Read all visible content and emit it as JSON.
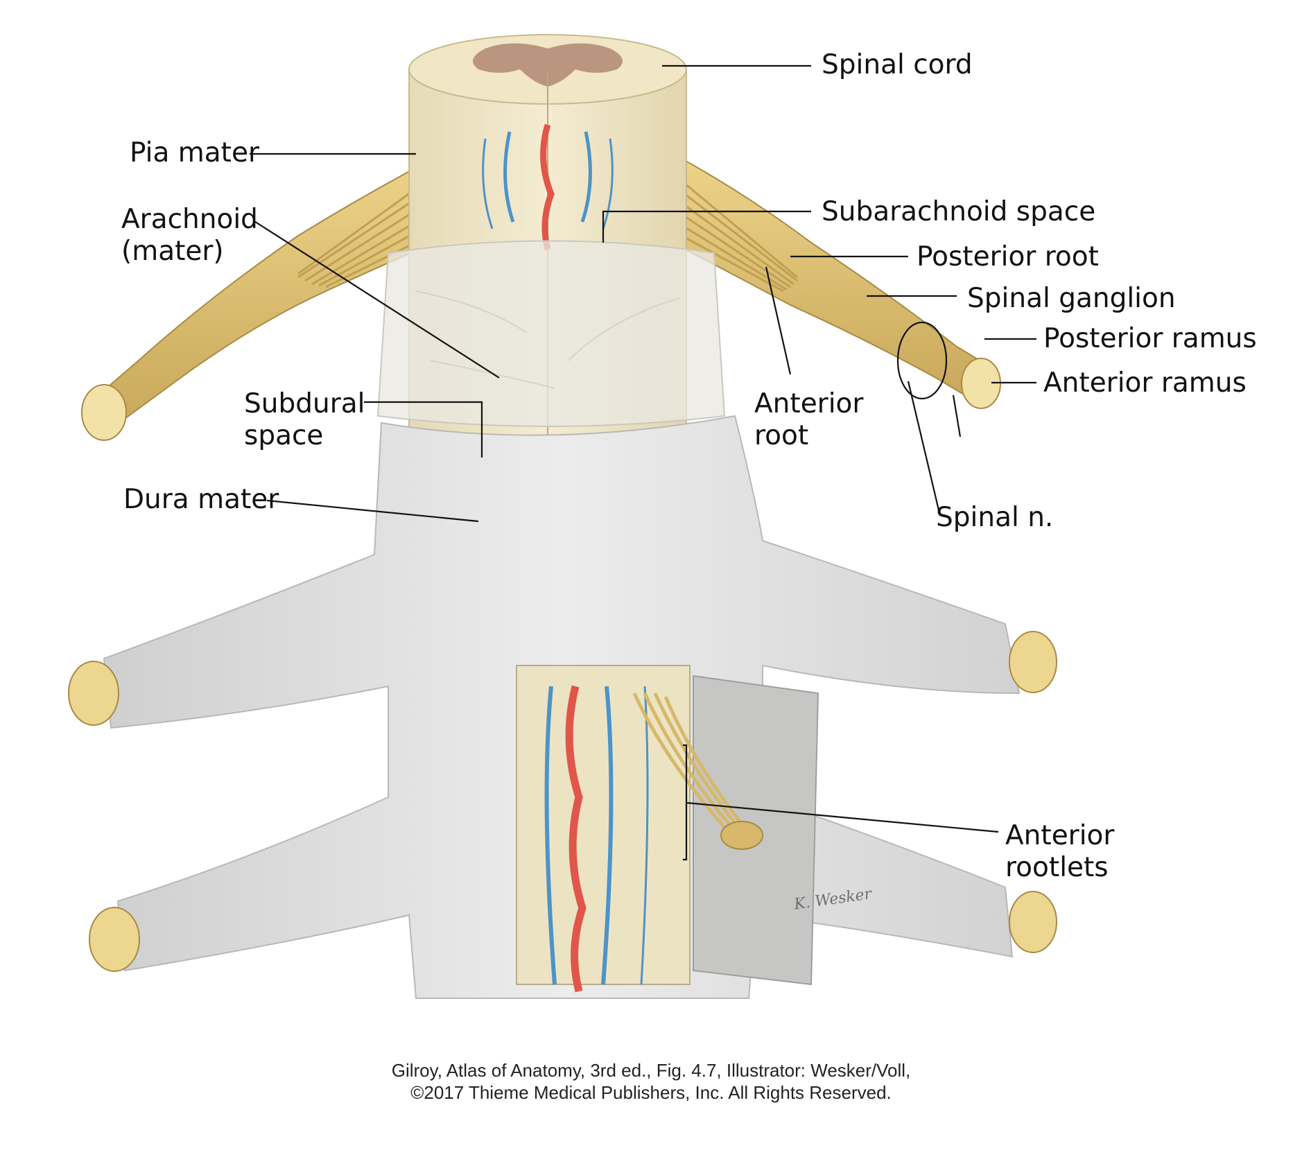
{
  "labels": {
    "spinal_cord": "Spinal cord",
    "pia_mater": "Pia mater",
    "arachnoid": "Arachnoid\n(mater)",
    "subarachnoid_space": "Subarachnoid space",
    "posterior_root": "Posterior root",
    "spinal_ganglion": "Spinal ganglion",
    "posterior_ramus": "Posterior ramus",
    "anterior_ramus": "Anterior ramus",
    "anterior_root": "Anterior\nroot",
    "subdural_space": "Subdural\nspace",
    "spinal_n": "Spinal n.",
    "dura_mater": "Dura mater",
    "anterior_rootlets": "Anterior\nrootlets"
  },
  "caption": {
    "line1": "Gilroy, Atlas of Anatomy, 3rd ed., Fig. 4.7, Illustrator: Wesker/Voll,",
    "line2": "©2017 Thieme Medical Publishers, Inc. All Rights Reserved."
  },
  "signature": "K. Wesker",
  "colors": {
    "cord": "#efe4c4",
    "grey_matter": "#b48c78",
    "nerve": "#e2c57c",
    "dura": "#dcdcdc",
    "artery": "#e0564a",
    "vein": "#4c93c8"
  }
}
